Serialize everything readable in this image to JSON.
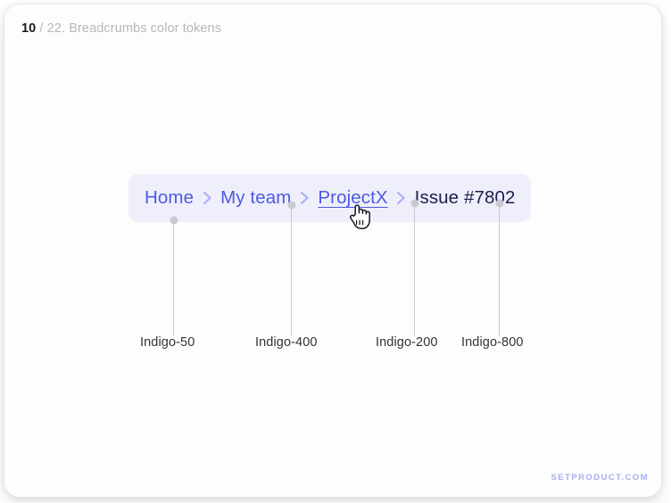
{
  "header": {
    "slide_number": "10",
    "rest": "/ 22. Breadcrumbs color tokens"
  },
  "breadcrumbs": {
    "background_color": "#EEEFFB",
    "separator_color": "#A9B0F0",
    "separator_icon": "chevron-right-icon",
    "items": [
      {
        "label": "Home",
        "state": "link",
        "color": "#4F5AE0"
      },
      {
        "label": "My team",
        "state": "link",
        "color": "#4F5AE0"
      },
      {
        "label": "ProjectX",
        "state": "hovered",
        "color": "#4F5AE0"
      },
      {
        "label": "Issue #7802",
        "state": "current",
        "color": "#1F1D4D"
      }
    ]
  },
  "annotations": [
    {
      "label": "Indigo-50"
    },
    {
      "label": "Indigo-400"
    },
    {
      "label": "Indigo-200"
    },
    {
      "label": "Indigo-800"
    }
  ],
  "cursor": {
    "icon": "pointing-hand-cursor"
  },
  "footer": {
    "watermark": "SETPRODUCT.COM"
  }
}
